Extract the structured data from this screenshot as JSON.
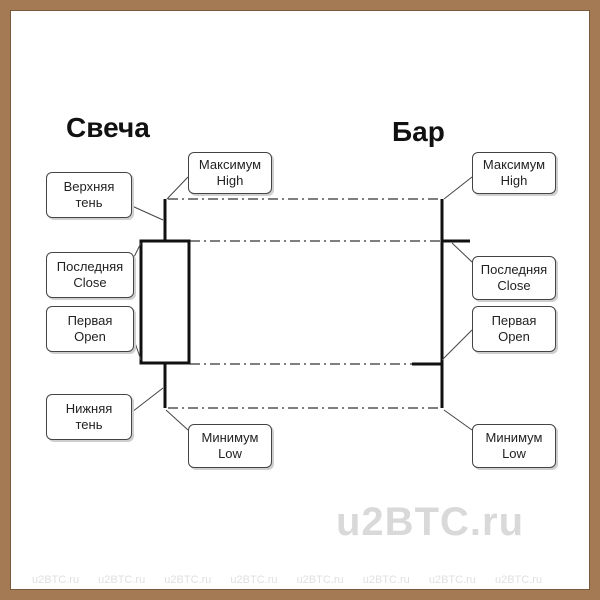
{
  "titles": {
    "candle": "Свеча",
    "bar": "Бар"
  },
  "callouts": {
    "candle_high": {
      "line1": "Максимум",
      "line2": "High"
    },
    "candle_upper_shadow": {
      "line1": "Верхняя",
      "line2": "тень"
    },
    "candle_close": {
      "line1": "Последняя",
      "line2": "Close"
    },
    "candle_open": {
      "line1": "Первая",
      "line2": "Open"
    },
    "candle_lower_shadow": {
      "line1": "Нижняя",
      "line2": "тень"
    },
    "candle_low": {
      "line1": "Минимум",
      "line2": "Low"
    },
    "bar_high": {
      "line1": "Максимум",
      "line2": "High"
    },
    "bar_close": {
      "line1": "Последняя",
      "line2": "Close"
    },
    "bar_open": {
      "line1": "Первая",
      "line2": "Open"
    },
    "bar_low": {
      "line1": "Минимум",
      "line2": "Low"
    }
  },
  "watermark": "u2BTC.ru",
  "footer_repeat": "u2BTC.ru",
  "colors": {
    "frame": "#a47a55",
    "lines": "#111111",
    "watermark": "#d9d9d9"
  }
}
